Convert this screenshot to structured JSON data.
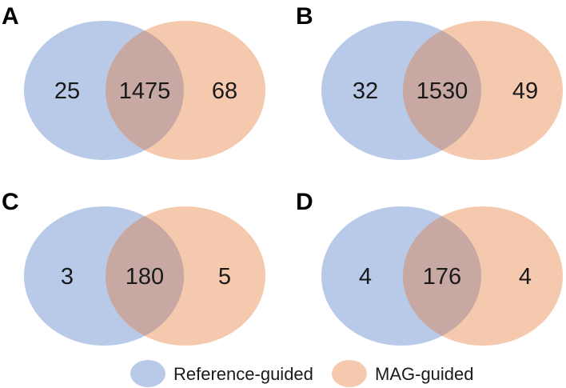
{
  "colors": {
    "reference": "#b4c7e7",
    "mag": "#f4c6a9",
    "overlap": "#c7a8a3"
  },
  "panels": [
    {
      "label": "A",
      "left_only": "25",
      "overlap": "1475",
      "right_only": "68"
    },
    {
      "label": "B",
      "left_only": "32",
      "overlap": "1530",
      "right_only": "49"
    },
    {
      "label": "C",
      "left_only": "3",
      "overlap": "180",
      "right_only": "5"
    },
    {
      "label": "D",
      "left_only": "4",
      "overlap": "176",
      "right_only": "4"
    }
  ],
  "legend": [
    {
      "label": "Reference-guided",
      "color": "reference"
    },
    {
      "label": "MAG-guided",
      "color": "mag"
    }
  ]
}
